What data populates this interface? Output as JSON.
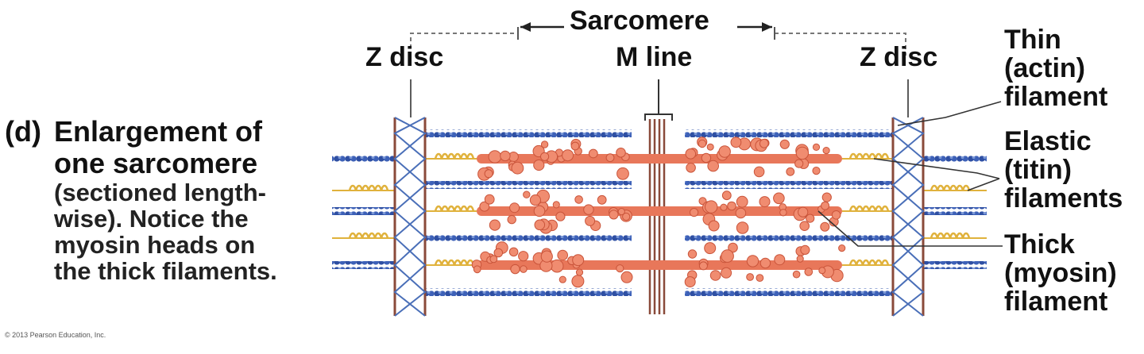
{
  "labels": {
    "sarcomere": "Sarcomere",
    "z_disc_left": "Z disc",
    "m_line": "M line",
    "z_disc_right": "Z disc",
    "thin_filament": [
      "Thin",
      "(actin)",
      "filament"
    ],
    "elastic_filaments": [
      "Elastic",
      "(titin)",
      "filaments"
    ],
    "thick_filament": [
      "Thick",
      "(myosin)",
      "filament"
    ]
  },
  "caption": {
    "letter": "(d)",
    "title_lines": [
      "Enlargement of",
      "one sarcomere"
    ],
    "body": "(sectioned length-\nwise). Notice the\nmyosin heads on\nthe thick filaments."
  },
  "copyright": "© 2013 Pearson Education, Inc.",
  "colors": {
    "actin": "#2e4fa3",
    "actin_light": "#6f8fd6",
    "myosin": "#e8775a",
    "myosin_head": "#f08c70",
    "titin": "#e0b23c",
    "z_disc": "#8a4a3a",
    "z_disc_branch": "#4a6fb8",
    "m_line": "#8a4a3a",
    "leader": "#333333"
  }
}
